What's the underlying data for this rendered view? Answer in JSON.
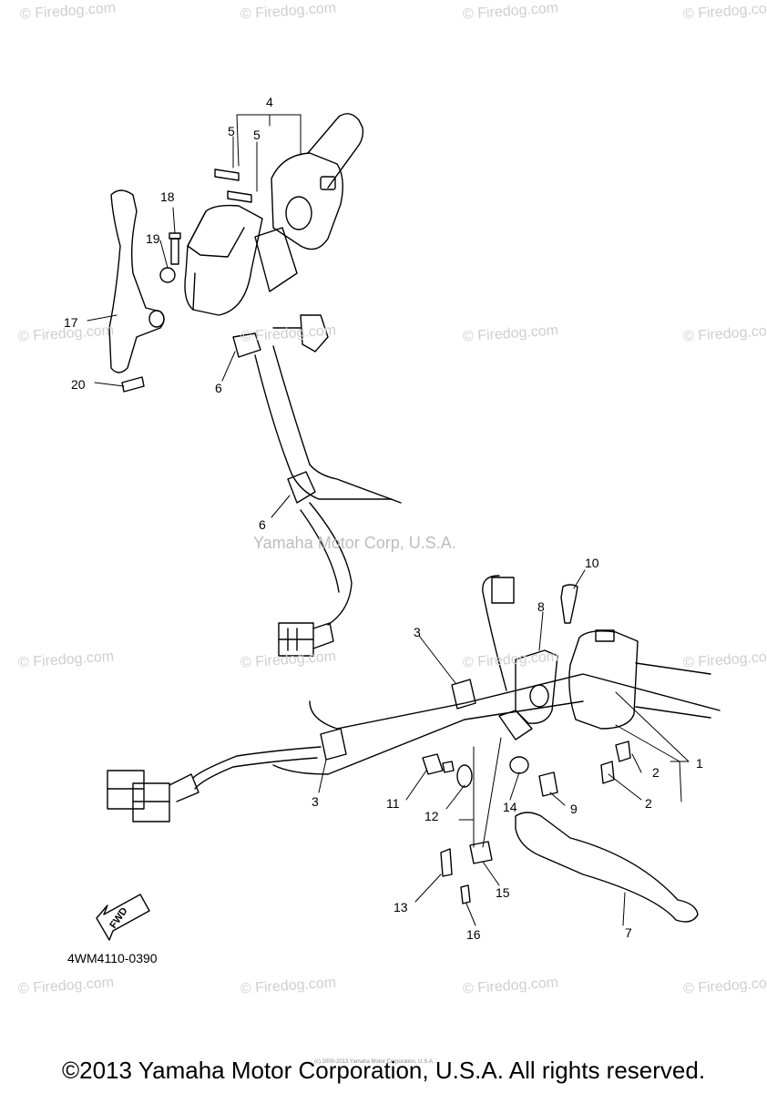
{
  "watermarks": [
    "© Firedog.com",
    "© Firedog.com",
    "© Firedog.com",
    "© Firedog.com",
    "© Firedog.com",
    "© Firedog.com",
    "© Firedog.com",
    "© Firedog.com",
    "© Firedog.com",
    "© Firedog.com",
    "© Firedog.com",
    "© Firedog.com",
    "© Firedog.com",
    "© Firedog.com",
    "© Firedog.com",
    "© Firedog.com"
  ],
  "center_watermark": "Yamaha Motor Corp, U.S.A.",
  "callouts": [
    "1",
    "2",
    "2",
    "3",
    "3",
    "4",
    "5",
    "5",
    "6",
    "6",
    "7",
    "8",
    "9",
    "10",
    "11",
    "12",
    "13",
    "14",
    "15",
    "16",
    "17",
    "18",
    "19",
    "20"
  ],
  "drawing_code": "4WM4110-0390",
  "fwd_label": "FWD",
  "footer": "©2013 Yamaha Motor Corporation, U.S.A. All rights reserved.",
  "small_copyright": "(c) 2000-2013 Yamaha Motor Corporation, U.S.A."
}
